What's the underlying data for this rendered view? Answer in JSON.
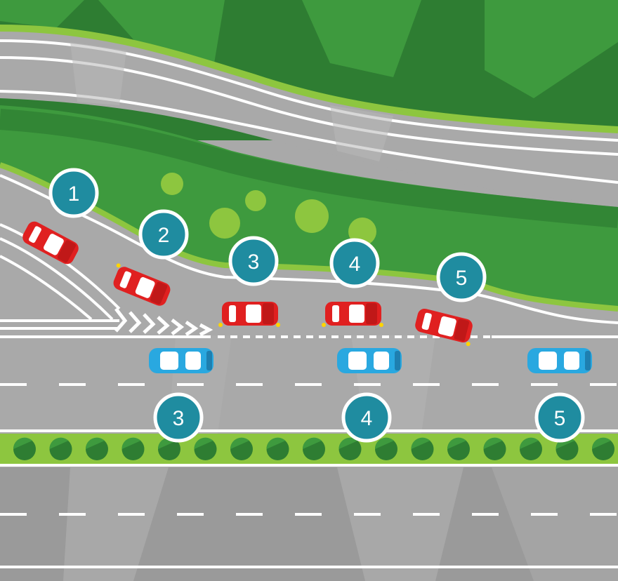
{
  "colors": {
    "grass_light": "#8dc63f",
    "forest_dark": "#2e7d32",
    "forest_mid": "#3e9a3e",
    "road": "#a9a9a9",
    "road_dark": "#9a9a9a",
    "line": "#ffffff",
    "marker_fill": "#1f8ca0",
    "car_merging": "#e02020",
    "car_mainline": "#29a8e0"
  },
  "merging_car_steps": [
    {
      "label": "1",
      "car": "red-car"
    },
    {
      "label": "2",
      "car": "red-car"
    },
    {
      "label": "3",
      "car": "red-car"
    },
    {
      "label": "4",
      "car": "red-car"
    },
    {
      "label": "5",
      "car": "red-car"
    }
  ],
  "mainline_car_steps": [
    {
      "label": "3",
      "car": "blue-car"
    },
    {
      "label": "4",
      "car": "blue-car"
    },
    {
      "label": "5",
      "car": "blue-car"
    }
  ]
}
